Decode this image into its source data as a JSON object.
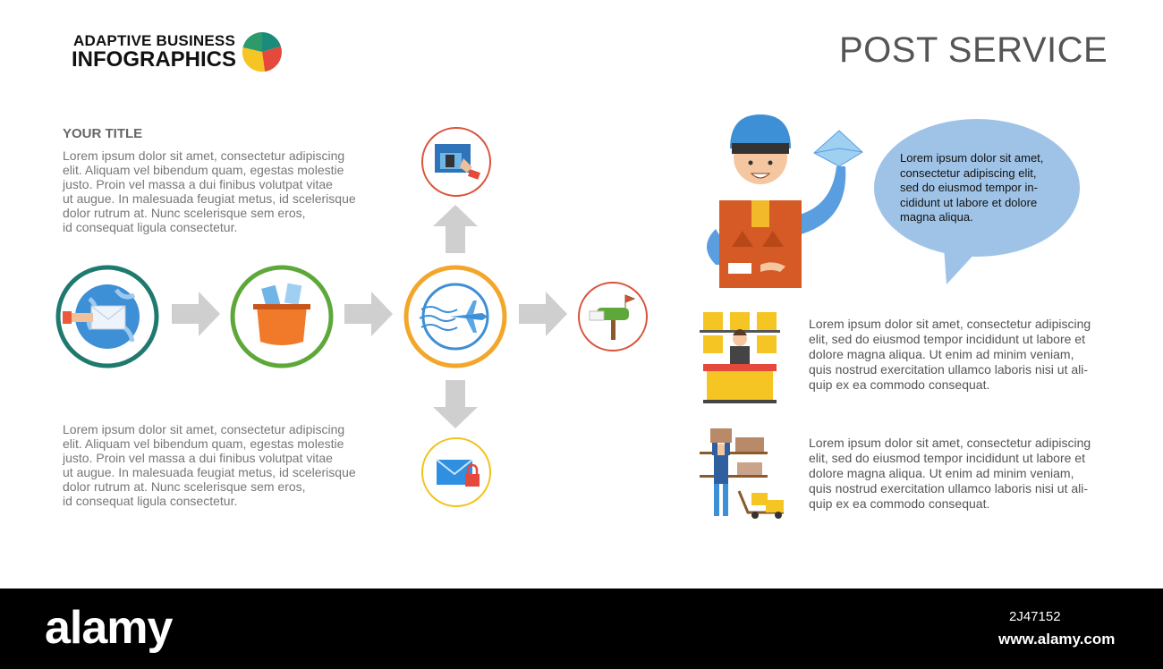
{
  "brand": {
    "line1": "ADAPTIVE BUSINESS",
    "line2": "INFOGRAPHICS"
  },
  "title": "POST SERVICE",
  "left": {
    "heading": "YOUR TITLE",
    "top_text": "Lorem ipsum dolor sit amet, consectetur adipiscing\nelit. Aliquam vel bibendum quam, egestas molestie\njusto. Proin vel massa a dui finibus volutpat vitae\nut augue. In malesuada feugiat metus, id scelerisque\ndolor rutrum at.  Nunc scelerisque sem eros,\nid consequat ligula consectetur.",
    "bottom_text": "Lorem ipsum dolor sit amet, consectetur adipiscing\nelit. Aliquam vel bibendum quam, egestas molestie\njusto. Proin vel massa a dui finibus volutpat vitae\nut augue. In malesuada feugiat metus, id scelerisque\ndolor rutrum at.  Nunc scelerisque sem eros,\nid consequat ligula consectetur."
  },
  "flow": {
    "nodes": [
      {
        "icon": "globe-letter-icon",
        "color": "#1e7a6e"
      },
      {
        "icon": "mail-bag-icon",
        "color": "#5ea83a"
      },
      {
        "icon": "airmail-plane-icon",
        "color": "#f2a72b"
      },
      {
        "icon": "mailbox-icon",
        "color": "#d9533b"
      },
      {
        "icon": "post-terminal-icon",
        "color": "#d9533b"
      },
      {
        "icon": "locked-envelope-icon",
        "color": "#f2c21b"
      }
    ]
  },
  "right": {
    "bubble_text": "Lorem ipsum dolor sit amet,\nconsectetur adipiscing elit,\nsed do eiusmod tempor in-\ncididunt ut labore et dolore\nmagna aliqua.",
    "item1_text": "Lorem ipsum dolor sit amet, consectetur adipiscing\nelit, sed do eiusmod tempor incididunt ut labore et\ndolore magna aliqua. Ut enim ad minim veniam,\nquis nostrud exercitation ullamco laboris nisi ut ali-\nquip ex ea commodo consequat.",
    "item2_text": "Lorem ipsum dolor sit amet, consectetur adipiscing\nelit, sed do eiusmod tempor incididunt ut labore et\ndolore magna aliqua. Ut enim ad minim veniam,\nquis nostrud exercitation ullamco laboris nisi ut ali-\nquip ex ea commodo consequat.",
    "icons": [
      "courier-icon",
      "post-office-clerk-icon",
      "warehouse-worker-icon"
    ]
  },
  "footer": {
    "logo": "alamy",
    "image_id": "2J47152",
    "site": "www.alamy.com"
  }
}
